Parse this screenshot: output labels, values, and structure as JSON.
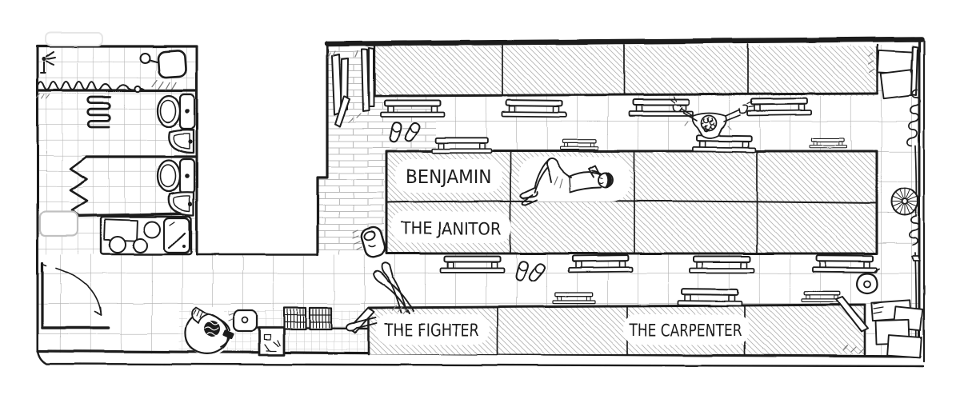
{
  "illustration": {
    "kind": "hand-drawn top-view floor plan of a dormitory bathhouse",
    "labels": {
      "bed_benjamin": "BENJAMIN",
      "bed_janitor": "THE JANITOR",
      "bed_fighter": "THE FIGHTER",
      "bed_carpenter": "THE CARPENTER"
    },
    "colors": {
      "ink": "#1b1b1b",
      "paper": "#ffffff",
      "tile_line": "#c3c3c3",
      "hall_grid_line": "#b3b3b3",
      "hatch_line": "#9d9d9d",
      "brick_line": "#bcbcbc"
    },
    "objects": [
      "shower-head",
      "wash-basin",
      "radiator-coil",
      "toilet",
      "corner-sink",
      "toilet",
      "corner-sink",
      "shower-curtain",
      "kitchen-counter",
      "floor-mat",
      "door-swing-arrow",
      "sleeping-platforms",
      "benches",
      "slippers",
      "clog",
      "lying-man",
      "walking-man",
      "sitting-person",
      "legs-up-person",
      "stool",
      "tray-frame",
      "doormats",
      "plank-stack",
      "wall-pipe",
      "fan-wheel",
      "bucket",
      "box-pile",
      "leaning-boards"
    ]
  }
}
